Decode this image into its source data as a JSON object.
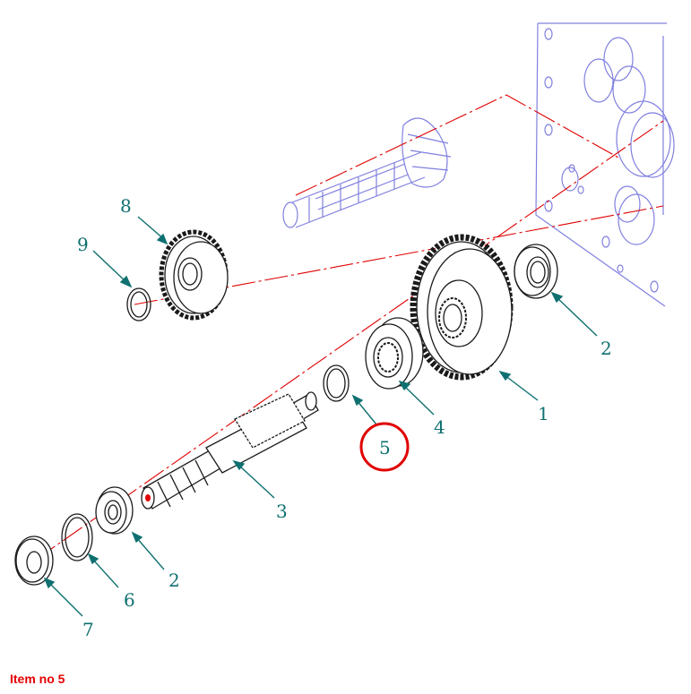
{
  "callouts": {
    "c8": "8",
    "c9": "9",
    "c2_top": "2",
    "c1": "1",
    "c4": "4",
    "c5": "5",
    "c3": "3",
    "c2_bottom": "2",
    "c6": "6",
    "c7": "7"
  },
  "highlighted_item": "5",
  "caption": "Item no 5",
  "colors": {
    "part_line": "#1a1a1a",
    "background_part": "#8080e0",
    "callout": "#0f7070",
    "axis": "#e00000",
    "highlight": "#e00000",
    "caption": "#e60000"
  }
}
